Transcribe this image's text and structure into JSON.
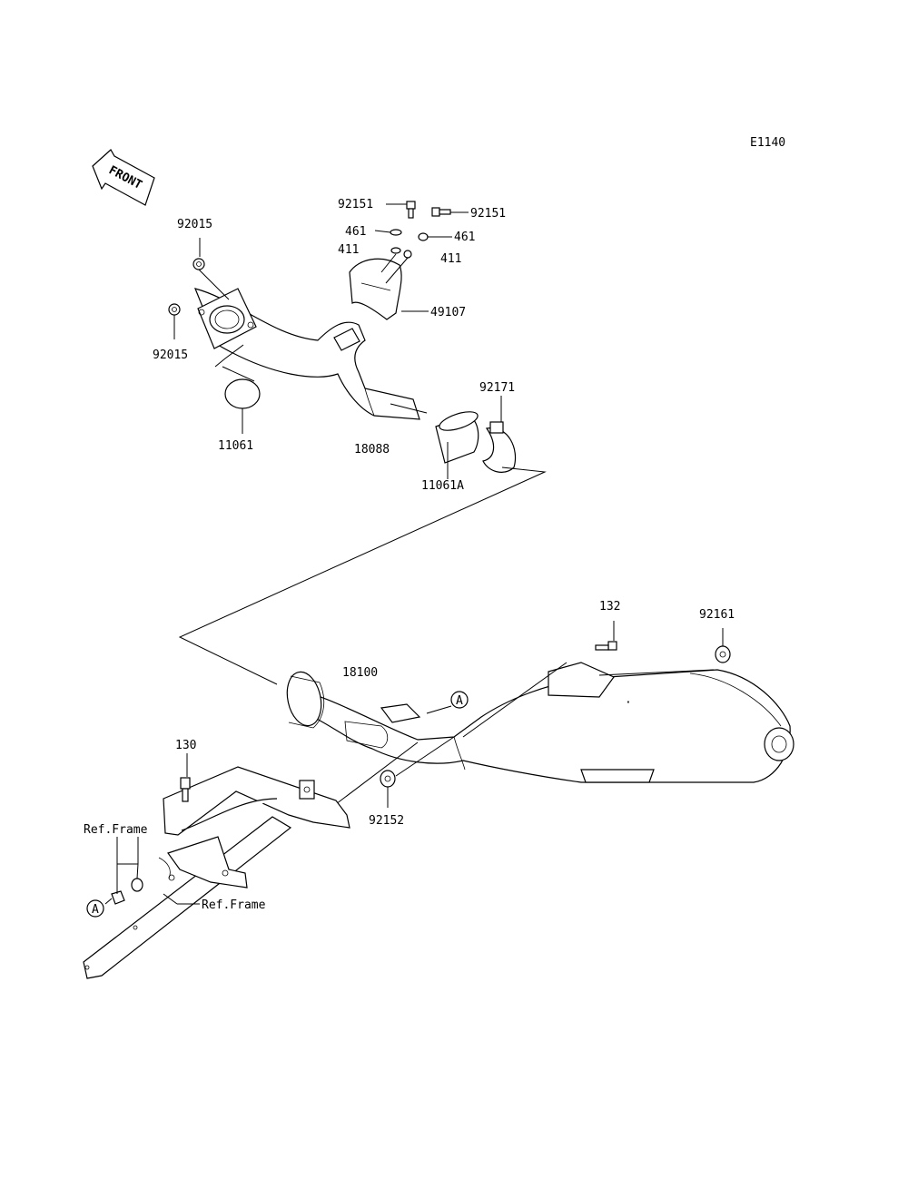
{
  "diagram_code": "E1140",
  "front_label": "FRONT",
  "callouts": {
    "p92015a": "92015",
    "p92015b": "92015",
    "p11061": "11061",
    "p18088": "18088",
    "p92151a": "92151",
    "p92151b": "92151",
    "p461a": "461",
    "p461b": "461",
    "p411a": "411",
    "p411b": "411",
    "p49107": "49107",
    "p92171": "92171",
    "p11061A": "11061A",
    "p132": "132",
    "p92161": "92161",
    "p18100": "18100",
    "p130": "130",
    "p92152": "92152",
    "ref_frame_a": "Ref.Frame",
    "ref_frame_b": "Ref.Frame"
  },
  "markers": {
    "a1": "A",
    "a2": "A"
  }
}
